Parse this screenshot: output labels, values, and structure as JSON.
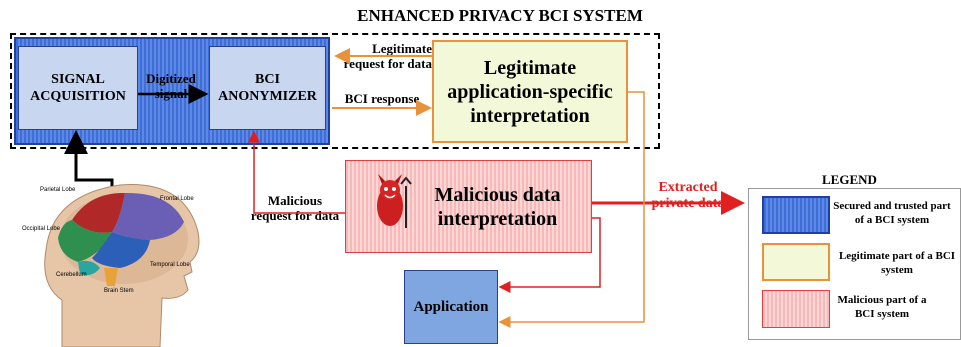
{
  "title": "ENHANCED PRIVACY BCI SYSTEM",
  "boxes": {
    "signal_acquisition": "SIGNAL ACQUISITION",
    "bci_anonymizer": "BCI ANONYMIZER",
    "legitimate_interpretation": "Legitimate application-specific interpretation",
    "malicious_interpretation": "Malicious data interpretation",
    "application": "Application"
  },
  "arrows": {
    "digitized_signal": "Digitized signal",
    "legitimate_request": "Legitimate request for data",
    "bci_response": "BCI response",
    "malicious_request": "Malicious request for data",
    "extracted_private_data": "Extracted private data"
  },
  "brain_labels": {
    "parietal": "Parietal Lobe",
    "frontal": "Frontal Lobe",
    "occipital": "Occipital Lobe",
    "temporal": "Temporal Lobe",
    "cerebellum": "Cerebellum",
    "brain_stem": "Brain Stem"
  },
  "legend": {
    "title": "LEGEND",
    "items": [
      {
        "text": "Secured and trusted part of a BCI system"
      },
      {
        "text": "Legitimate part of a BCI system"
      },
      {
        "text": "Malicious part of a BCI system"
      }
    ]
  },
  "colors": {
    "secure": "#3f6fd6",
    "legitimate_border": "#e8923a",
    "legitimate_fill": "#f3f9d8",
    "malicious": "#e02020",
    "malicious_fill": "#f7b8b8",
    "application": "#7fa6e0"
  }
}
